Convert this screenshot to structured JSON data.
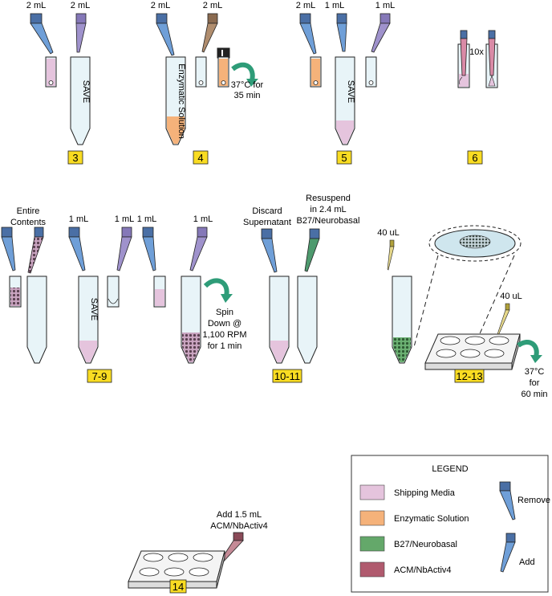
{
  "colors": {
    "shipping": "#e5c4dd",
    "enzymatic": "#f5b27a",
    "b27": "#64a86a",
    "acm": "#b05a6e",
    "tube": "#e8f4f8",
    "pipette_remove": "#6f9fd8",
    "pipette_add": "#6f9fd8",
    "label_box": "#f9dc22",
    "arrow": "#2e9c78"
  },
  "steps": {
    "s3": {
      "number": "3",
      "vol_a": "2 mL",
      "vol_b": "2 mL",
      "tube_text": "SAVE"
    },
    "s4": {
      "number": "4",
      "vol_a": "2 mL",
      "vol_b": "2 mL",
      "tube_text": "Enzymatic Solution",
      "incubate": [
        "37°C for",
        "35 min"
      ]
    },
    "s5": {
      "number": "5",
      "vol_a": "2 mL",
      "vol_b": "1 mL",
      "vol_c": "1 mL",
      "tube_text": "SAVE"
    },
    "s6": {
      "number": "6",
      "repeat": "10x"
    },
    "s7_9": {
      "number": "7-9",
      "entire": [
        "Entire",
        "Contents"
      ],
      "vol_a": "1 mL",
      "vol_b": "1 mL",
      "vol_c": "1 mL",
      "vol_d": "1 mL",
      "tube_text": "SAVE",
      "spin": [
        "Spin",
        "Down @",
        "1,100 RPM",
        "for 1 min"
      ]
    },
    "s10_11": {
      "number": "10-11",
      "discard": [
        "Discard",
        "Supernatant"
      ],
      "resuspend": [
        "Resuspend",
        "in 2.4 mL",
        "B27/Neurobasal"
      ]
    },
    "s12_13": {
      "number": "12-13",
      "vol_a": "40 uL",
      "vol_b": "40 uL",
      "incubate": [
        "37°C",
        "for",
        "60 min"
      ]
    },
    "s14": {
      "number": "14",
      "add": [
        "Add 1.5 mL",
        "ACM/NbActiv4"
      ]
    }
  },
  "legend": {
    "title": "LEGEND",
    "items": [
      {
        "label": "Shipping Media",
        "color": "#e5c4dd"
      },
      {
        "label": "Enzymatic Solution",
        "color": "#f5b27a"
      },
      {
        "label": "B27/Neurobasal",
        "color": "#64a86a"
      },
      {
        "label": "ACM/NbActiv4",
        "color": "#b05a6e"
      }
    ],
    "remove_label": "Remove",
    "add_label": "Add"
  }
}
